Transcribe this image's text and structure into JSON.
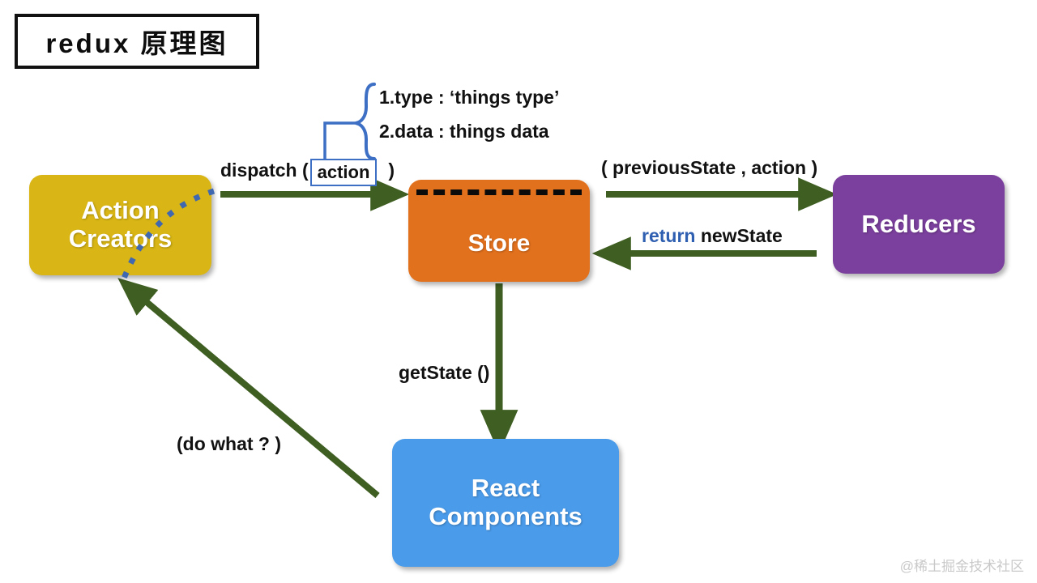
{
  "title": {
    "text": "redux 原理图"
  },
  "nodes": [
    {
      "id": "action-creators",
      "label": "Action\nCreators",
      "color": "#d9b615"
    },
    {
      "id": "store",
      "label": "Store",
      "color": "#e2711d"
    },
    {
      "id": "reducers",
      "label": "Reducers",
      "color": "#7b3f9d"
    },
    {
      "id": "react-components",
      "label": "React\nComponents",
      "color": "#4a9bea"
    }
  ],
  "node_labels": {
    "action_creators_line1": "Action",
    "action_creators_line2": "Creators",
    "store": "Store",
    "reducers": "Reducers",
    "react_components_line1": "React",
    "react_components_line2": "Components"
  },
  "edge_labels": {
    "dispatch_prefix": "dispatch (",
    "dispatch_arg": "action",
    "dispatch_suffix": ")",
    "previous_state": "( previousState , action )",
    "return_keyword": "return",
    "return_value": "newState",
    "get_state": "getState ()",
    "do_what": "(do what ? )"
  },
  "brace_annotation": {
    "line1": "1.type : ‘things type’",
    "line2": "2.data :  things data"
  },
  "watermark": {
    "text": "@稀土掘金技术社区"
  },
  "colors": {
    "arrow_green": "#3f5e22",
    "blue_accent": "#3d6fc4",
    "dotted_blue": "#3f68b0",
    "action_creators": "#d9b615",
    "store": "#e2711d",
    "reducers": "#7b3f9d",
    "react_components": "#4a9bea",
    "dash_black": "#0b0b0b",
    "watermark_gray": "#c9c9c9"
  }
}
